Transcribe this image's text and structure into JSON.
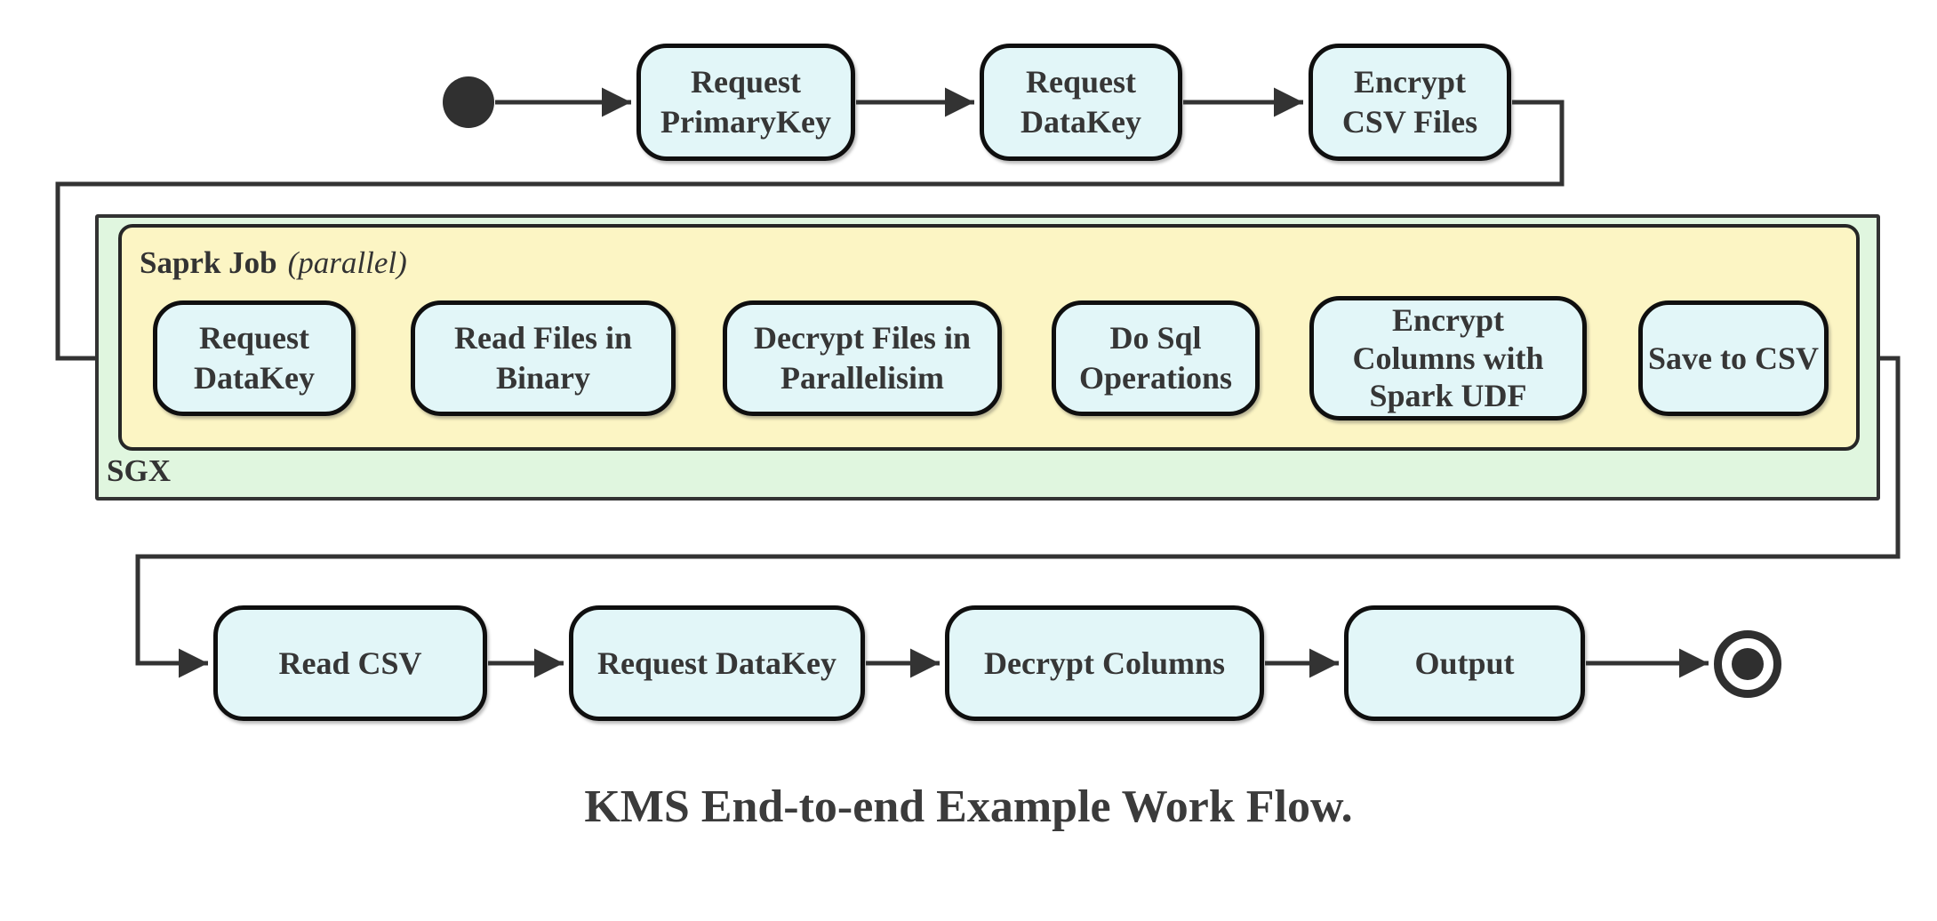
{
  "title": "KMS End-to-end Example Work Flow.",
  "colors": {
    "node_fill": "#e2f6f8",
    "sgx_fill": "#e0f6df",
    "spark_job_fill": "#fcf5c4",
    "line": "#333333",
    "text": "#363636"
  },
  "top_flow": {
    "nodes": [
      {
        "label": "Request\nPrimaryKey"
      },
      {
        "label": "Request\nDataKey"
      },
      {
        "label": "Encrypt\nCSV Files"
      }
    ]
  },
  "sgx": {
    "label": "SGX",
    "spark_job": {
      "label": "Saprk Job",
      "qualifier": "(parallel)",
      "nodes": [
        {
          "label": "Request\nDataKey"
        },
        {
          "label": "Read Files in\nBinary"
        },
        {
          "label": "Decrypt Files in\nParallelisim"
        },
        {
          "label": "Do Sql\nOperations"
        },
        {
          "label": "Encrypt\nColumns with\nSpark UDF"
        },
        {
          "label": "Save to CSV"
        }
      ]
    }
  },
  "bottom_flow": {
    "nodes": [
      {
        "label": "Read CSV"
      },
      {
        "label": "Request DataKey"
      },
      {
        "label": "Decrypt Columns"
      },
      {
        "label": "Output"
      }
    ]
  }
}
